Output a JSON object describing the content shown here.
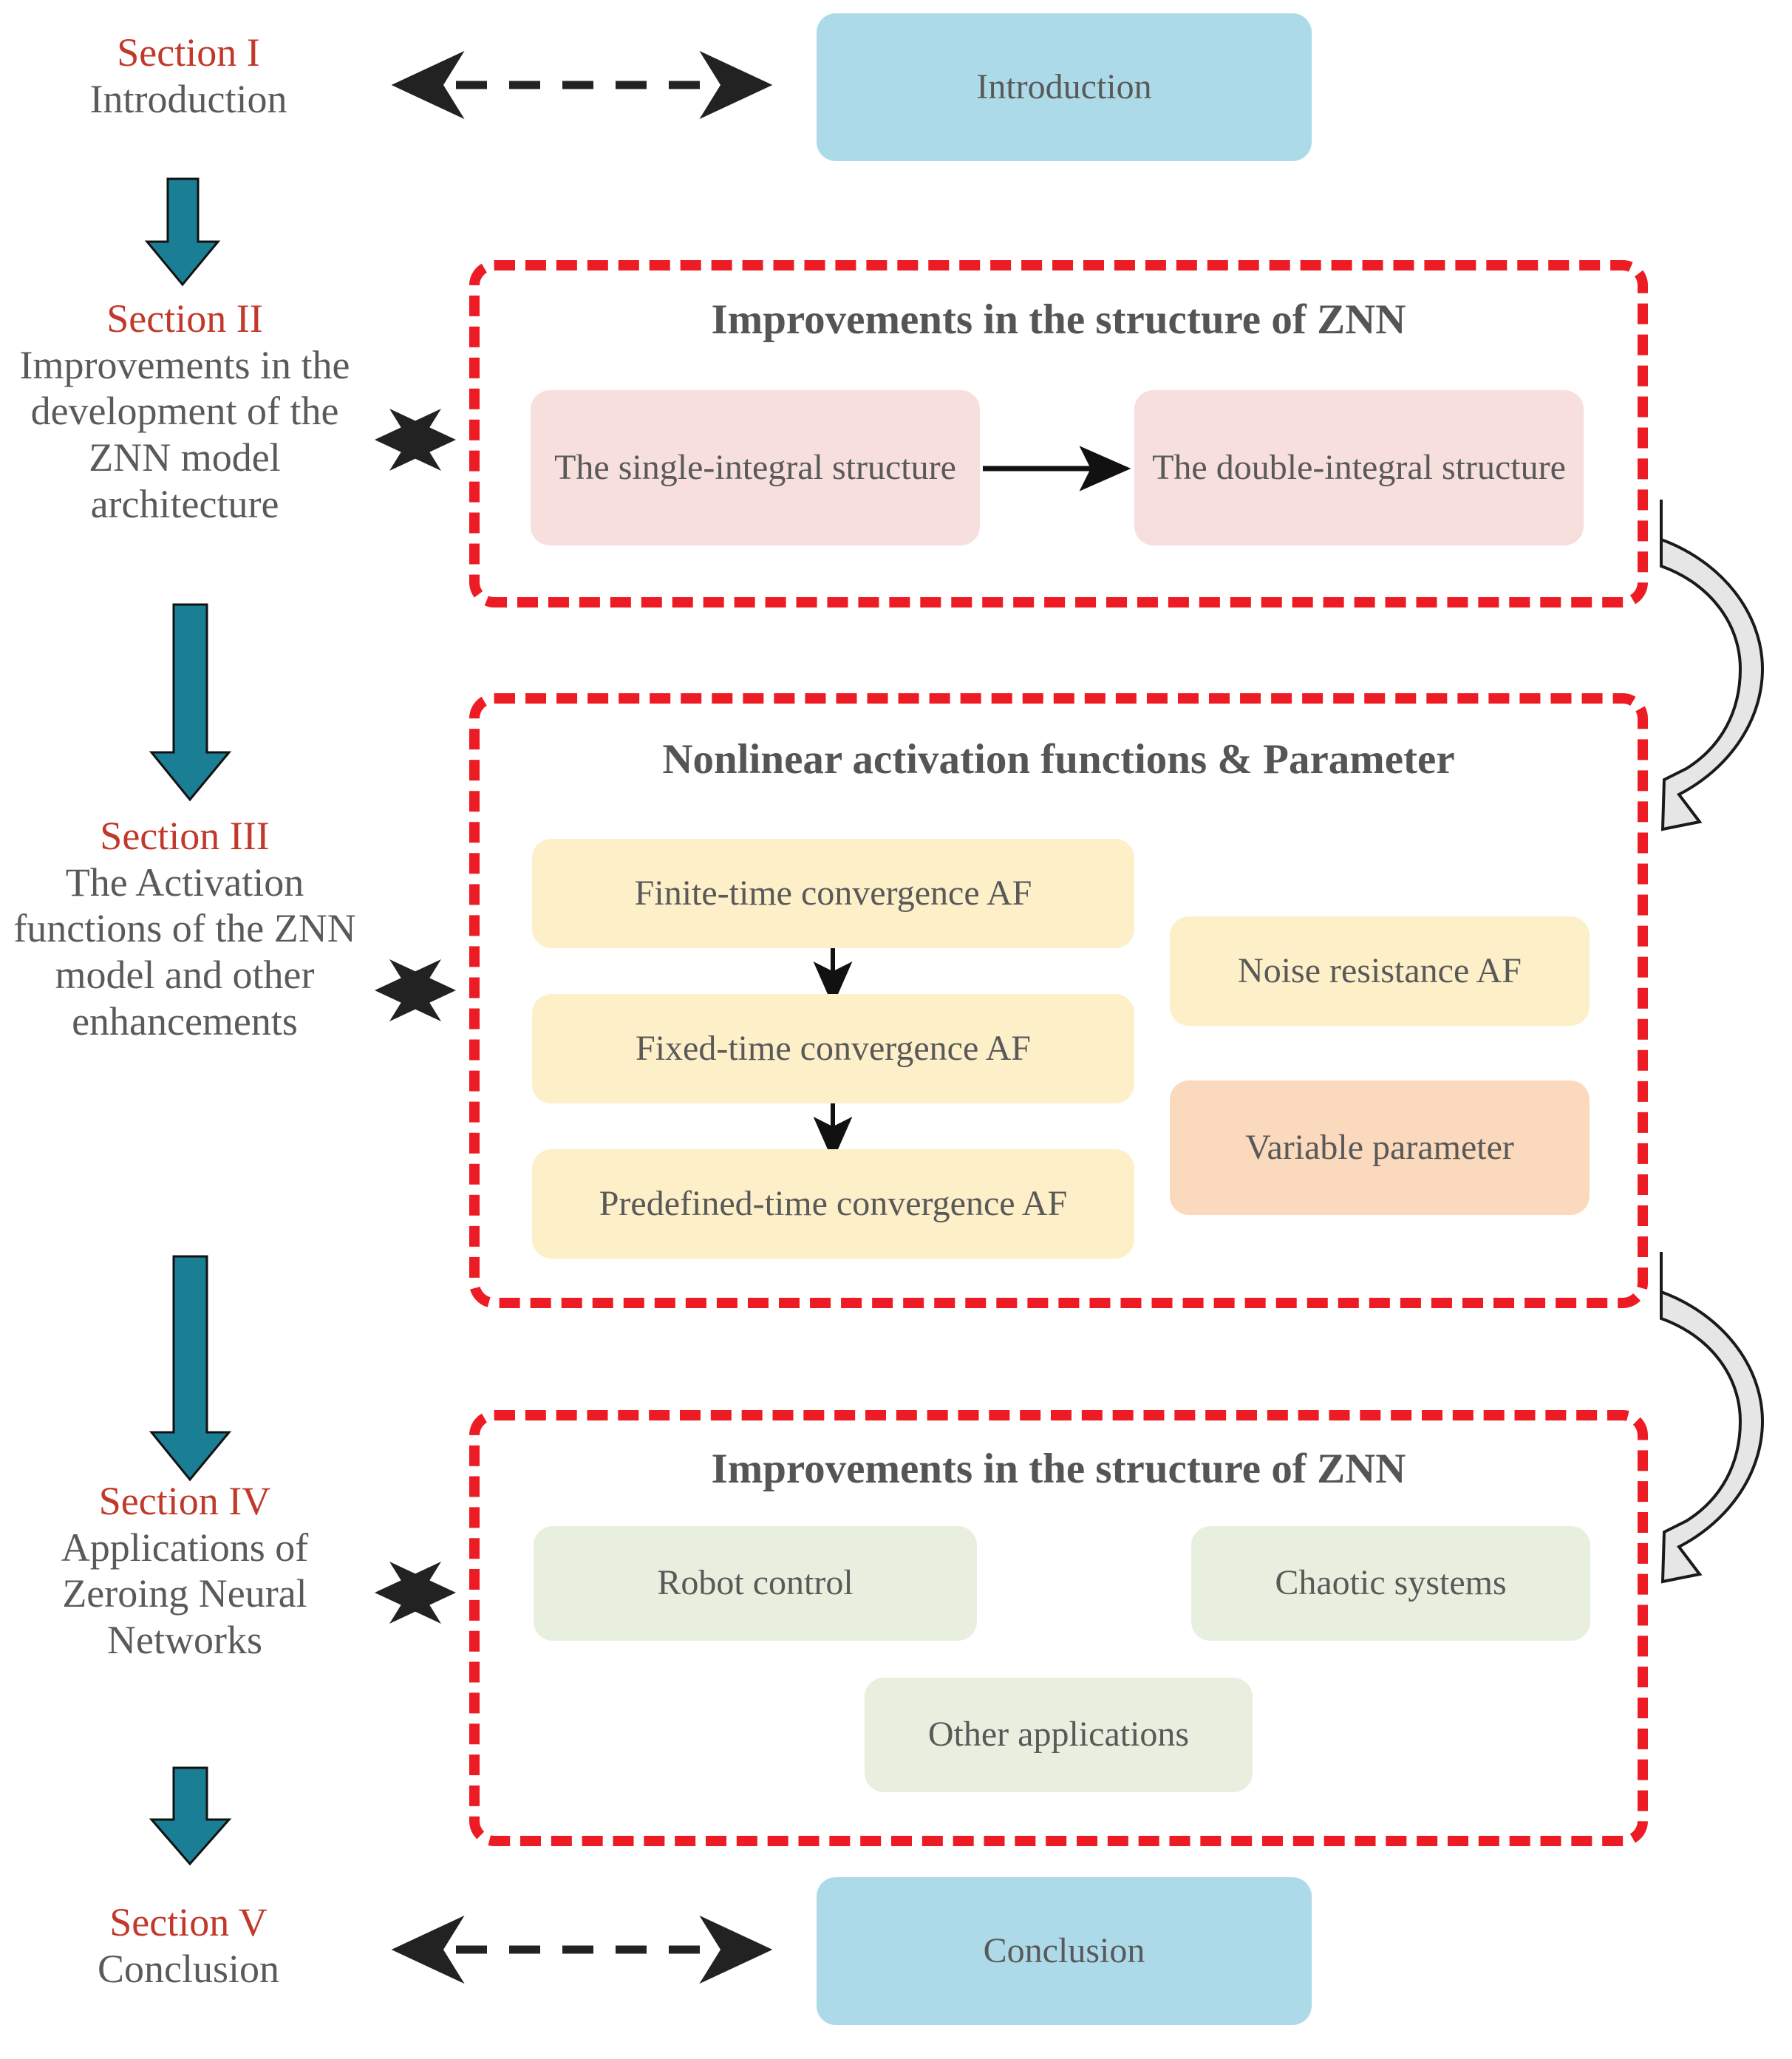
{
  "colors": {
    "section_number": "#c0392b",
    "section_text": "#5a5a5a",
    "panel_border": "#ed1c24",
    "teal_arrow": "#1a7f94",
    "curved_arrow_fill": "#e6e6e6",
    "box_blue": "#addae8",
    "box_pink": "#f6dfdd",
    "box_yellow": "#fdefc8",
    "box_orange": "#fbd9bd",
    "box_green": "#e9efdf"
  },
  "sections": [
    {
      "number": "Section I",
      "description": "Introduction"
    },
    {
      "number": "Section II",
      "description": "Improvements in the development of the ZNN model architecture"
    },
    {
      "number": "Section III",
      "description": "The Activation functions of the ZNN model and other enhancements"
    },
    {
      "number": "Section IV",
      "description": "Applications of Zeroing Neural Networks"
    },
    {
      "number": "Section V",
      "description": "Conclusion"
    }
  ],
  "nodes": {
    "introduction": "Introduction",
    "conclusion": "Conclusion"
  },
  "panels": [
    {
      "id": "structure",
      "title": "Improvements in the structure of  ZNN",
      "boxes": [
        {
          "label": "The single-integral structure"
        },
        {
          "label": "The double-integral structure"
        }
      ]
    },
    {
      "id": "activation",
      "title": "Nonlinear activation functions  &  Parameter",
      "boxes": [
        {
          "label": "Finite-time convergence AF"
        },
        {
          "label": "Fixed-time convergence AF"
        },
        {
          "label": "Predefined-time convergence AF"
        },
        {
          "label": "Noise resistance AF"
        },
        {
          "label": "Variable parameter"
        }
      ]
    },
    {
      "id": "applications",
      "title": "Improvements in the structure of  ZNN",
      "boxes": [
        {
          "label": "Robot control"
        },
        {
          "label": "Chaotic systems"
        },
        {
          "label": "Other  applications"
        }
      ]
    }
  ]
}
